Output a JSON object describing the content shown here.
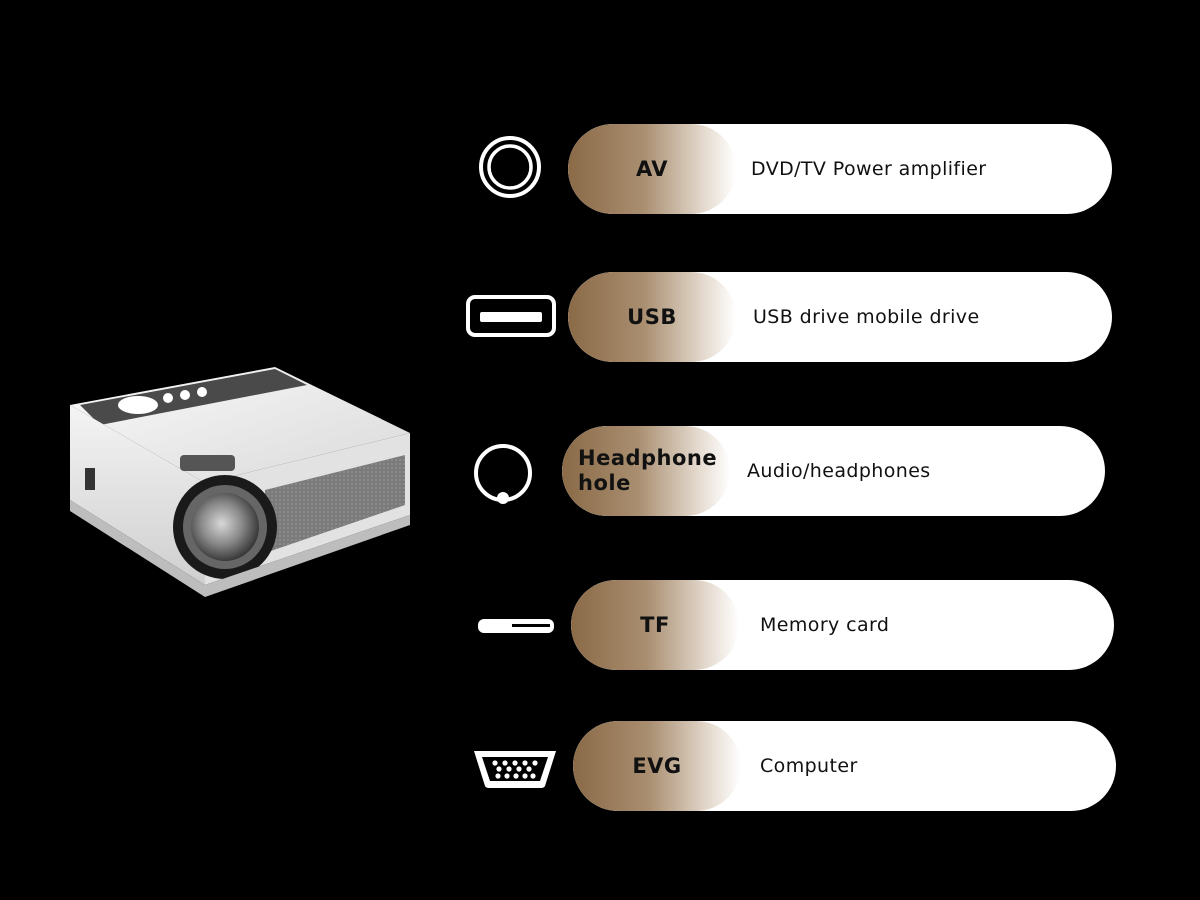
{
  "ports": [
    {
      "icon": "round-av-port-icon",
      "label": "AV",
      "description": "DVD/TV Power amplifier"
    },
    {
      "icon": "usb-port-icon",
      "label": "USB",
      "description": "USB drive mobile drive"
    },
    {
      "icon": "headphone-jack-icon",
      "label": "Headphone hole",
      "description": "Audio/headphones"
    },
    {
      "icon": "tf-card-slot-icon",
      "label": "TF",
      "description": "Memory card"
    },
    {
      "icon": "vga-port-icon",
      "label": "EVG",
      "description": "Computer"
    }
  ],
  "colors": {
    "background": "#000000",
    "pill": "#ffffff",
    "label_gradient_start": "#8a6a47",
    "projector_body": "#f2f2f2",
    "projector_fabric": "#7a7a7a"
  }
}
